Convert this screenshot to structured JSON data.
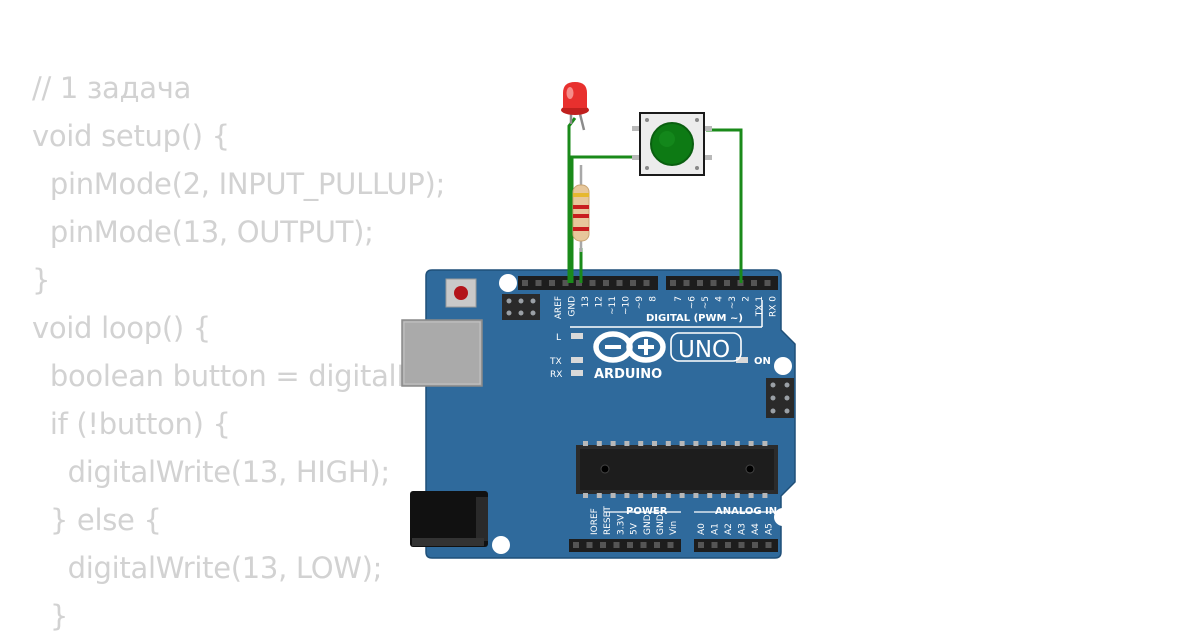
{
  "code": {
    "lines": [
      "// 1 задача",
      "void setup() {",
      "  pinMode(2, INPUT_PULLUP);",
      "  pinMode(13, OUTPUT);",
      "}",
      "void loop() {",
      "  boolean button = digitalRead(2);",
      "  if (!button) {",
      "    digitalWrite(13, HIGH);",
      "  } else {",
      "    digitalWrite(13, LOW);",
      "  }"
    ]
  },
  "board": {
    "brand": "ARDUINO",
    "model": "UNO",
    "digital_header_label": "DIGITAL (PWM ~)",
    "power_label": "POWER",
    "analog_label": "ANALOG IN",
    "on_label": "ON",
    "l_label": "L",
    "tx_label": "TX",
    "rx_label": "RX",
    "pins_left": [
      "AREF",
      "GND",
      "13",
      "12",
      "~11",
      "~10",
      "~9",
      "8"
    ],
    "pins_right": [
      "7",
      "~6",
      "~5",
      "4",
      "~3",
      "2",
      "TX 1",
      "RX 0"
    ],
    "power_pins": [
      "IOREF",
      "RESET",
      "3.3V",
      "5V",
      "GND",
      "GND",
      "Vin"
    ],
    "analog_pins": [
      "A0",
      "A1",
      "A2",
      "A3",
      "A4",
      "A5"
    ]
  },
  "colors": {
    "board": "#2f6a9c",
    "wire": "#1a8a1a",
    "led": "#e8302e",
    "button_cap": "#0d7a14",
    "code_text": "#d2d2d2"
  }
}
